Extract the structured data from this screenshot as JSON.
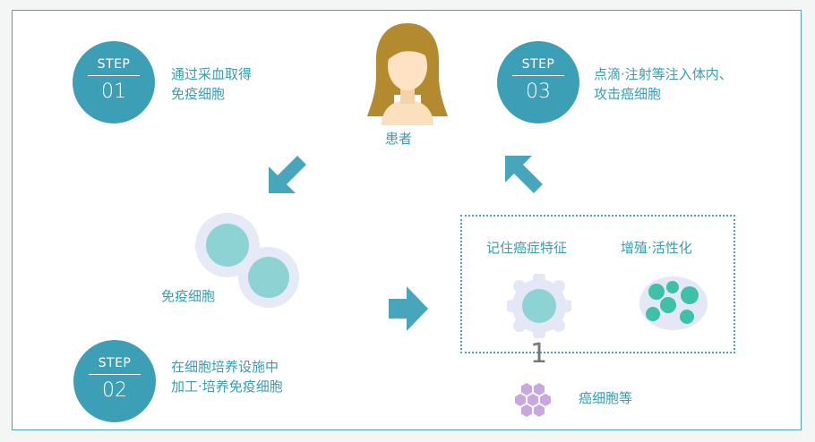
{
  "step1": {
    "label": "STEP",
    "num": "01",
    "line1": "通过采血取得",
    "line2": "免疫细胞"
  },
  "step2": {
    "label": "STEP",
    "num": "02",
    "line1": "在细胞培养设施中",
    "line2": "加工·培养免疫细胞"
  },
  "step3": {
    "label": "STEP",
    "num": "03",
    "line1": "点滴·注射等注入体内、",
    "line2": "攻击癌细胞"
  },
  "patient_label": "患者",
  "immune_cell_label": "免疫细胞",
  "box": {
    "feature_left": "记住癌症特征",
    "feature_right": "增殖·活性化"
  },
  "connector_mark": "1",
  "cancer_cell_label": "癌细胞等",
  "colors": {
    "accent": "#3d9fb6",
    "text": "#3a9cae",
    "arrow": "#47a6bb",
    "cell": "#8dd3d4",
    "cell_green": "#3fc1a9",
    "cancer": "#c9a7e0"
  }
}
